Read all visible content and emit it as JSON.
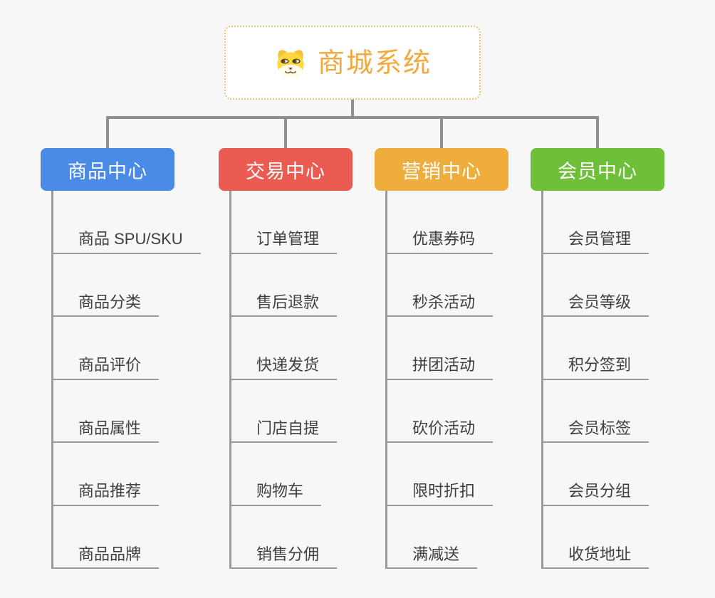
{
  "colors": {
    "background": "#F7F7F7",
    "connector": "#8F8F8F",
    "leaf_line": "#9A9A9A",
    "leaf_text": "#3C4043",
    "root_accent": "#F2A93D",
    "root_border": "#F0C078"
  },
  "root": {
    "label": "商城系统",
    "icon": "dog-face-icon"
  },
  "branches": [
    {
      "label": "商品中心",
      "color": "#4A8BE8",
      "children": [
        "商品 SPU/SKU",
        "商品分类",
        "商品评价",
        "商品属性",
        "商品推荐",
        "商品品牌"
      ]
    },
    {
      "label": "交易中心",
      "color": "#EA5C52",
      "children": [
        "订单管理",
        "售后退款",
        "快递发货",
        "门店自提",
        "购物车",
        "销售分佣"
      ]
    },
    {
      "label": "营销中心",
      "color": "#EFAD3B",
      "children": [
        "优惠券码",
        "秒杀活动",
        "拼团活动",
        "砍价活动",
        "限时折扣",
        "满减送"
      ]
    },
    {
      "label": "会员中心",
      "color": "#6EC038",
      "children": [
        "会员管理",
        "会员等级",
        "积分签到",
        "会员标签",
        "会员分组",
        "收货地址"
      ]
    }
  ]
}
